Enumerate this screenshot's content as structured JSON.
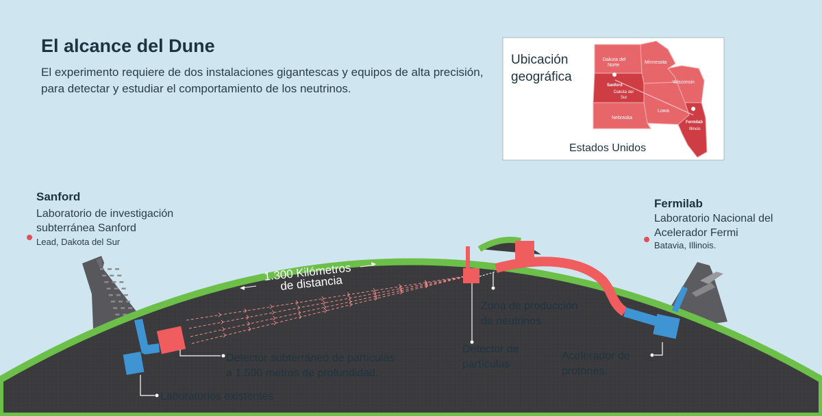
{
  "header": {
    "title": "El alcance del Dune",
    "subtitle": "El experimento requiere de dos instalaciones gigantescas y equipos de alta precisión, para detectar y estudiar el comportamiento de los neutrinos."
  },
  "map_box": {
    "heading_line1": "Ubicación",
    "heading_line2": "geográfica",
    "country": "Estados Unidos",
    "states": {
      "dakota_norte_1": "Dakota del",
      "dakota_norte_2": "Norte",
      "minnesota": "Minnesota",
      "wisconsin": "Wisconsin",
      "sanford": "Sanford",
      "dakota_sur_1": "Dakota del",
      "dakota_sur_2": "Sur",
      "iowa": "Lowa",
      "nebraska": "Nebraska",
      "fermilab": "Fermilab",
      "illinois": "Illinois"
    }
  },
  "sites": {
    "sanford": {
      "name": "Sanford",
      "desc_line1": "Laboratorio de investigación",
      "desc_line2": "subterránea Sanford",
      "location": "Lead, Dakota del Sur"
    },
    "fermilab": {
      "name": "Fermilab",
      "desc_line1": "Laboratorio Nacional del",
      "desc_line2": "Acelerador Fermi",
      "location": "Batavia, Illinois."
    }
  },
  "labels": {
    "distance_line1": "1.300 Kilómetros",
    "distance_line2": "de distancia",
    "underground_detector_line1": "Detector subterráneo de partículas",
    "underground_detector_line2": "a 1.500 metros de profundidad.",
    "existing_labs": "Laboratorios existentes",
    "neutrino_zone_line1": "Zona de producción",
    "neutrino_zone_line2": "de neutrinos",
    "particle_detector_line1": "Detector de",
    "particle_detector_line2": "partículas",
    "proton_accel_line1": "Acelerador de",
    "proton_accel_line2": "protones"
  },
  "colors": {
    "sky": "#cfe6f0",
    "earth": "#3b3b3e",
    "grass": "#6cc04a",
    "facility_red": "#ef5d5f",
    "existing_blue": "#3f94d3",
    "map_state": "#e7666a",
    "map_highlight": "#cf3d44",
    "text_dark": "#1e3340"
  }
}
